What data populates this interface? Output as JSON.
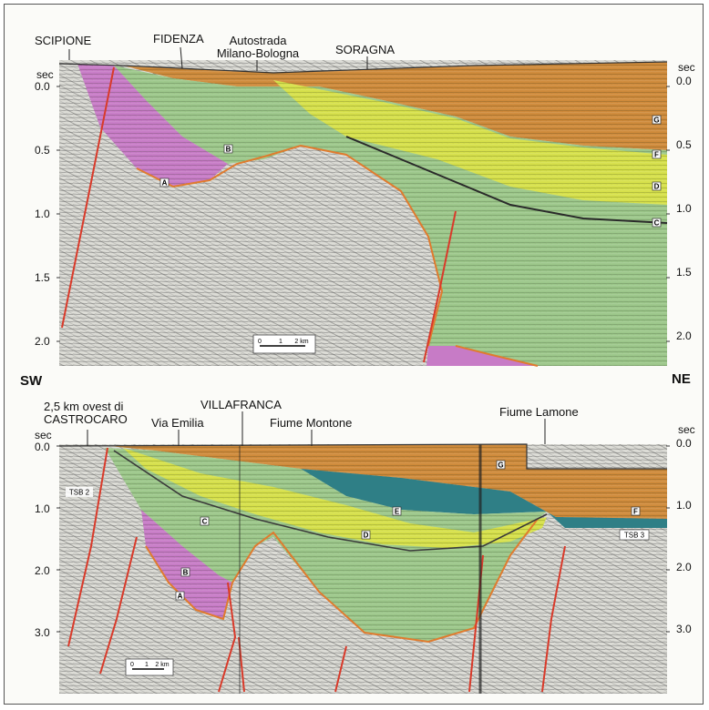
{
  "top_section": {
    "place_labels": {
      "scipione": "SCIPIONE",
      "fidenza": "FIDENZA",
      "autostrada_line1": "Autostrada",
      "autostrada_line2": "Milano-Bologna",
      "soragna": "SORAGNA"
    },
    "axis_unit": "sec",
    "left_ticks": [
      "0.0",
      "0.5",
      "1.0",
      "1.5",
      "2.0"
    ],
    "right_ticks": [
      "0.0",
      "0.5",
      "1.0",
      "1.5",
      "2.0"
    ],
    "unit_labels": [
      "A",
      "B",
      "C",
      "D",
      "F",
      "G"
    ],
    "scale_bar": {
      "ticks": [
        "0",
        "1",
        "2 km"
      ]
    }
  },
  "bottom_section": {
    "place_labels": {
      "castrocaro_line1": "2,5 km ovest di",
      "castrocaro_line2": "CASTROCARO",
      "via_emilia": "Via Emilia",
      "villafranca": "VILLAFRANCA",
      "fiume_montone": "Fiume Montone",
      "fiume_lamone": "Fiume Lamone"
    },
    "axis_unit": "sec",
    "left_ticks": [
      "0.0",
      "1.0",
      "2.0",
      "3.0"
    ],
    "right_ticks": [
      "0.0",
      "1.0",
      "2.0",
      "3.0"
    ],
    "unit_labels": [
      "A",
      "B",
      "C",
      "D",
      "E",
      "F",
      "G"
    ],
    "sequence_labels": [
      "TSB 2",
      "TSB 3"
    ],
    "scale_bar": {
      "ticks": [
        "0",
        "1",
        "2 km"
      ]
    }
  },
  "orientation": {
    "left": "SW",
    "right": "NE"
  },
  "colors": {
    "seismic_bg": "#d9d9d4",
    "unit_pink": "#c77bc6",
    "unit_green": "#9cc78a",
    "unit_yellow": "#d6e04a",
    "unit_orange": "#cf8a3a",
    "unit_teal": "#2f7f86",
    "fault_red": "#d93a2a",
    "boundary_orange": "#e07b2e"
  }
}
